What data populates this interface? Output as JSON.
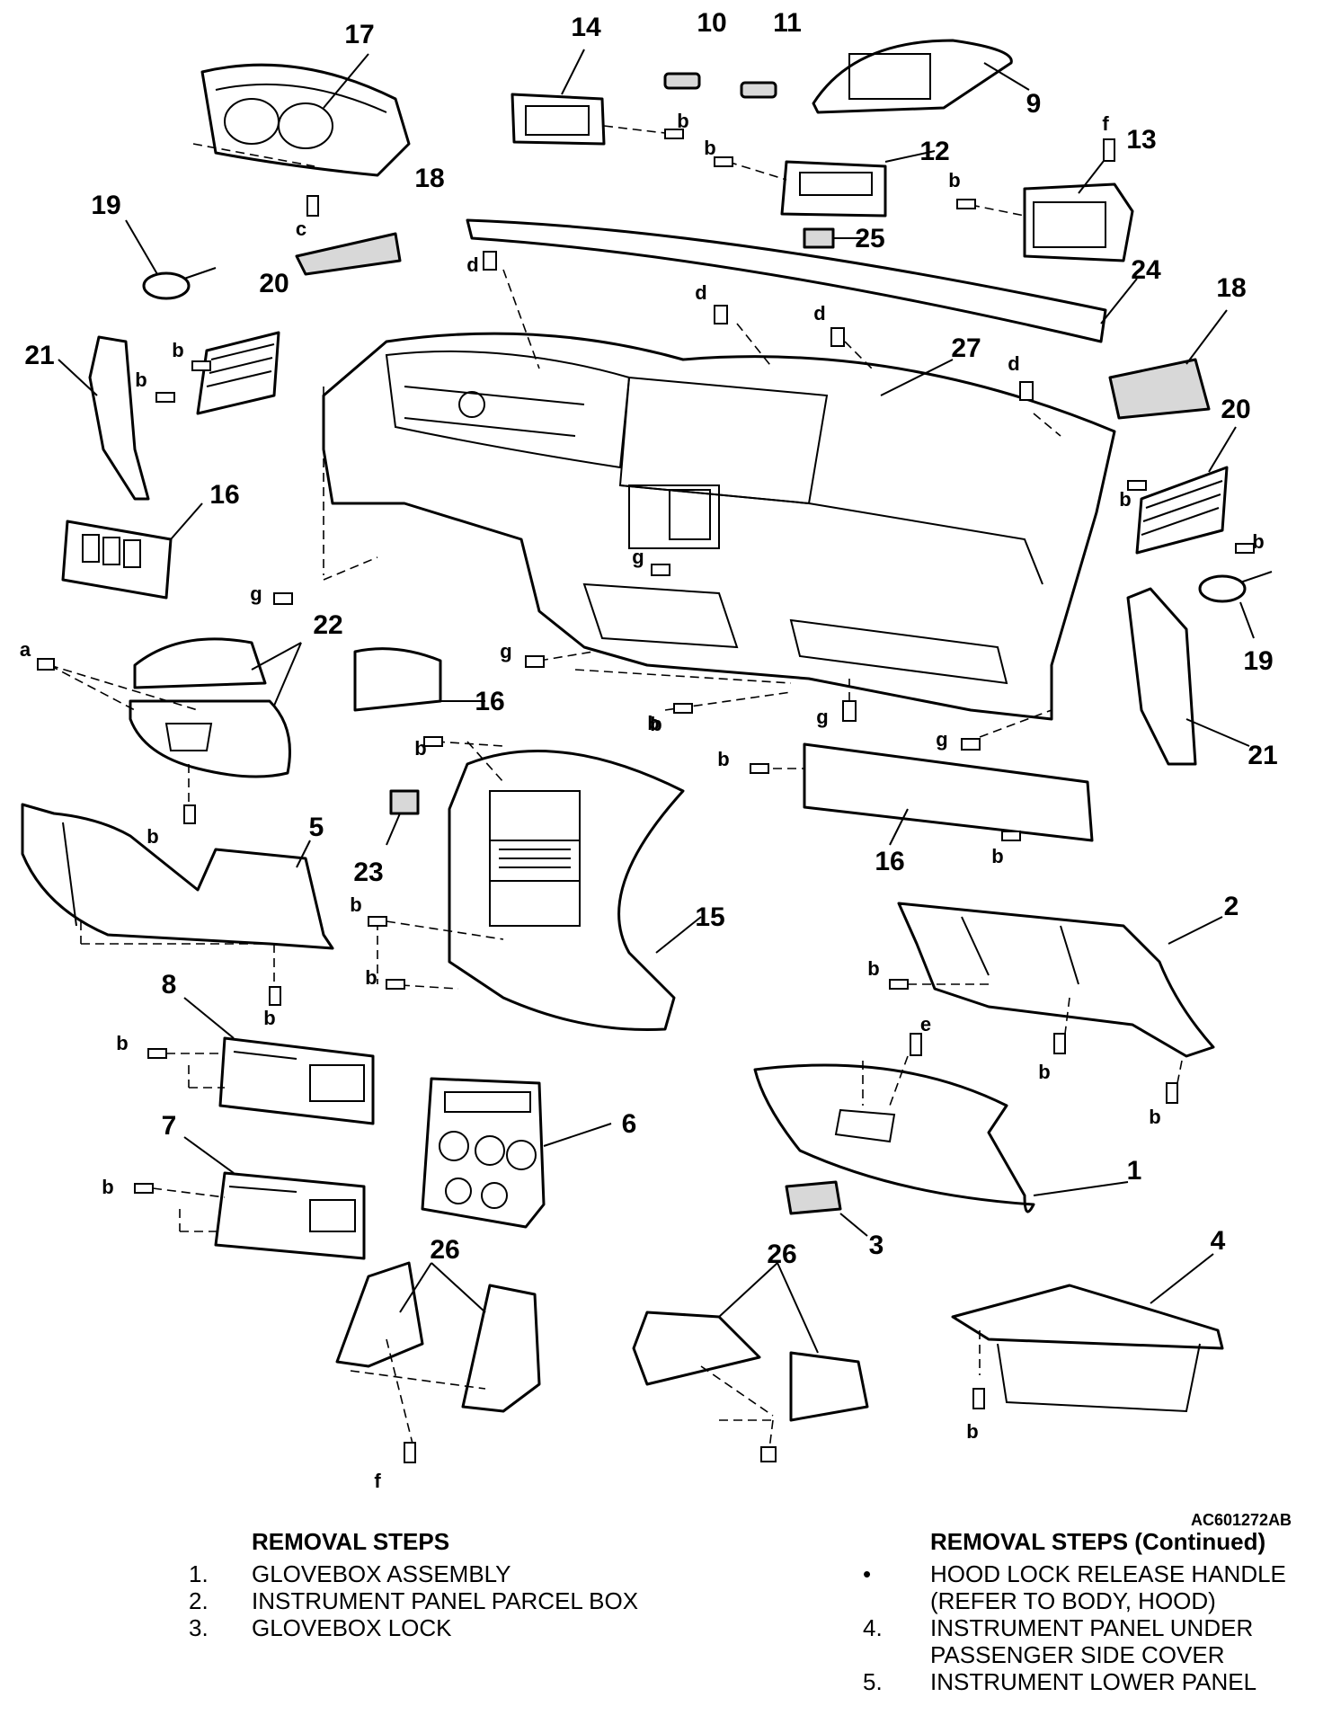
{
  "figure_code": "AC601272AB",
  "callouts": [
    "1",
    "2",
    "3",
    "4",
    "5",
    "6",
    "7",
    "8",
    "9",
    "10",
    "11",
    "12",
    "13",
    "14",
    "15",
    "16",
    "17",
    "18",
    "19",
    "20",
    "21",
    "22",
    "23",
    "24",
    "25",
    "26",
    "27"
  ],
  "fastener_letters": [
    "a",
    "b",
    "c",
    "d",
    "e",
    "f",
    "g"
  ],
  "steps_left": {
    "title": "REMOVAL STEPS",
    "items": [
      {
        "num": "1.",
        "text": "GLOVEBOX ASSEMBLY"
      },
      {
        "num": "2.",
        "text": "INSTRUMENT PANEL PARCEL BOX"
      },
      {
        "num": "3.",
        "text": "GLOVEBOX LOCK"
      }
    ]
  },
  "steps_right": {
    "title": "REMOVAL STEPS (Continued)",
    "items": [
      {
        "num": "•",
        "text": "HOOD LOCK RELEASE HANDLE (REFER TO BODY, HOOD)"
      },
      {
        "num": "4.",
        "text": "INSTRUMENT PANEL UNDER PASSENGER SIDE COVER"
      },
      {
        "num": "5.",
        "text": "INSTRUMENT LOWER PANEL"
      }
    ]
  }
}
